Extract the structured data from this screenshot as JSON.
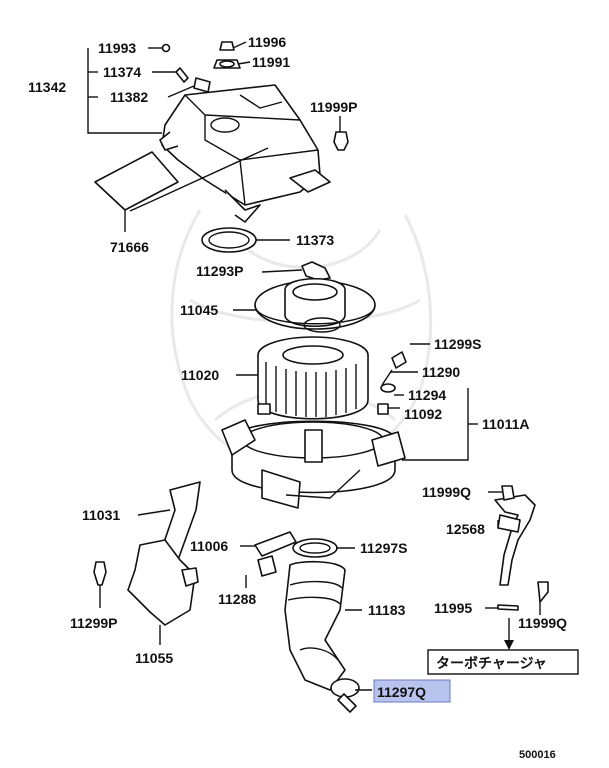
{
  "labels": {
    "p11993": "11993",
    "p11374": "11374",
    "p11342": "11342",
    "p11382": "11382",
    "p11996": "11996",
    "p11991": "11991",
    "p11999P": "11999P",
    "p71666": "71666",
    "p11373": "11373",
    "p11293P": "11293P",
    "p11045": "11045",
    "p11299S": "11299S",
    "p11020": "11020",
    "p11290": "11290",
    "p11294": "11294",
    "p11092": "11092",
    "p11011A": "11011A",
    "p11999Q_top": "11999Q",
    "p11031": "11031",
    "p12568": "12568",
    "p11006": "11006",
    "p11297S": "11297S",
    "p11288": "11288",
    "p11183": "11183",
    "p11299P": "11299P",
    "p11995": "11995",
    "p11999Q_bottom": "11999Q",
    "p11055": "11055",
    "p11297Q": "11297Q"
  },
  "turbo_label": "ターボチャージャ",
  "figure_number": "500016",
  "highlight_color": "#b9c4ee"
}
